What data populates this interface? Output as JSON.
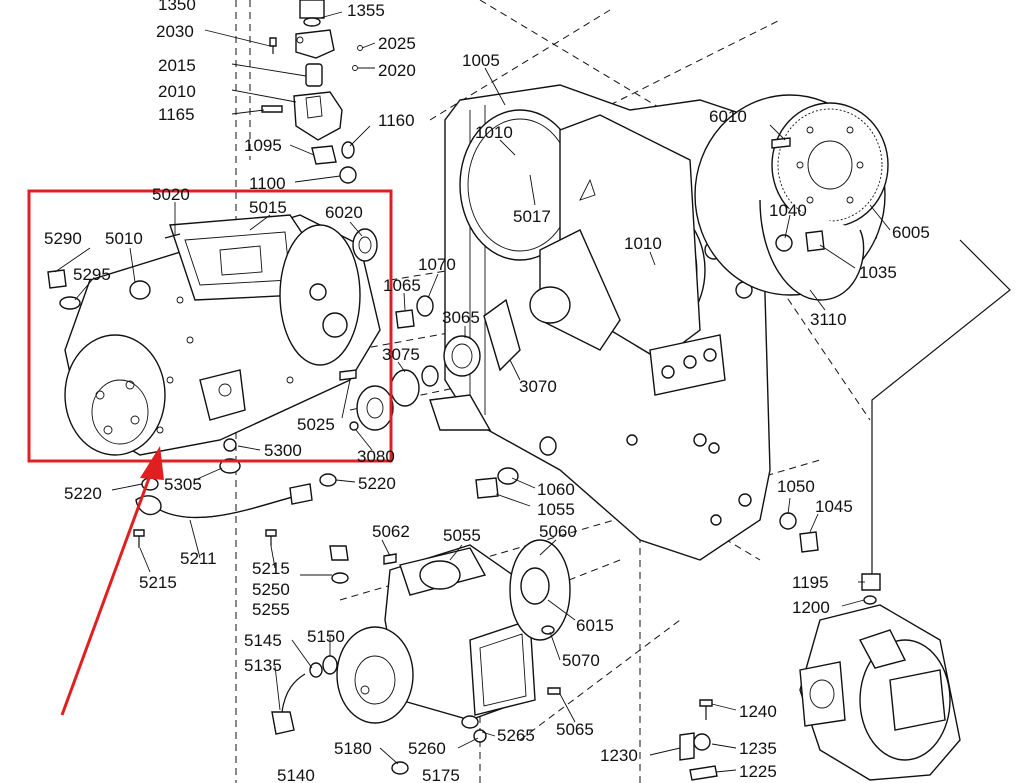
{
  "labels": [
    {
      "id": "1350",
      "text": "1350"
    },
    {
      "id": "1355",
      "text": "1355"
    },
    {
      "id": "2030",
      "text": "2030"
    },
    {
      "id": "2025",
      "text": "2025"
    },
    {
      "id": "2015",
      "text": "2015"
    },
    {
      "id": "2020",
      "text": "2020"
    },
    {
      "id": "2010",
      "text": "2010"
    },
    {
      "id": "1165",
      "text": "1165"
    },
    {
      "id": "1160",
      "text": "1160"
    },
    {
      "id": "1095",
      "text": "1095"
    },
    {
      "id": "1100",
      "text": "1100"
    },
    {
      "id": "1005",
      "text": "1005"
    },
    {
      "id": "1010a",
      "text": "1010"
    },
    {
      "id": "5017",
      "text": "5017"
    },
    {
      "id": "1010b",
      "text": "1010"
    },
    {
      "id": "6010",
      "text": "6010"
    },
    {
      "id": "1040",
      "text": "1040"
    },
    {
      "id": "6005",
      "text": "6005"
    },
    {
      "id": "1035",
      "text": "1035"
    },
    {
      "id": "3110",
      "text": "3110"
    },
    {
      "id": "5020",
      "text": "5020"
    },
    {
      "id": "5015",
      "text": "5015"
    },
    {
      "id": "6020",
      "text": "6020"
    },
    {
      "id": "5290",
      "text": "5290"
    },
    {
      "id": "5010",
      "text": "5010"
    },
    {
      "id": "5295",
      "text": "5295"
    },
    {
      "id": "1070",
      "text": "1070"
    },
    {
      "id": "1065",
      "text": "1065"
    },
    {
      "id": "3065",
      "text": "3065"
    },
    {
      "id": "3075",
      "text": "3075"
    },
    {
      "id": "3070",
      "text": "3070"
    },
    {
      "id": "5025",
      "text": "5025"
    },
    {
      "id": "3080",
      "text": "3080"
    },
    {
      "id": "5300",
      "text": "5300"
    },
    {
      "id": "5305",
      "text": "5305"
    },
    {
      "id": "5220a",
      "text": "5220"
    },
    {
      "id": "5220b",
      "text": "5220"
    },
    {
      "id": "1060",
      "text": "1060"
    },
    {
      "id": "1055",
      "text": "1055"
    },
    {
      "id": "1050",
      "text": "1050"
    },
    {
      "id": "1045",
      "text": "1045"
    },
    {
      "id": "5211",
      "text": "5211"
    },
    {
      "id": "5215a",
      "text": "5215"
    },
    {
      "id": "5215b",
      "text": "5215"
    },
    {
      "id": "5062",
      "text": "5062"
    },
    {
      "id": "5055",
      "text": "5055"
    },
    {
      "id": "5060",
      "text": "5060"
    },
    {
      "id": "5250",
      "text": "5250"
    },
    {
      "id": "5255",
      "text": "5255"
    },
    {
      "id": "1195",
      "text": "1195"
    },
    {
      "id": "1200",
      "text": "1200"
    },
    {
      "id": "6015",
      "text": "6015"
    },
    {
      "id": "5145",
      "text": "5145"
    },
    {
      "id": "5150",
      "text": "5150"
    },
    {
      "id": "5070",
      "text": "5070"
    },
    {
      "id": "5135",
      "text": "5135"
    },
    {
      "id": "1240",
      "text": "1240"
    },
    {
      "id": "5065",
      "text": "5065"
    },
    {
      "id": "5265",
      "text": "5265"
    },
    {
      "id": "5180",
      "text": "5180"
    },
    {
      "id": "5260",
      "text": "5260"
    },
    {
      "id": "1230",
      "text": "1230"
    },
    {
      "id": "1235",
      "text": "1235"
    },
    {
      "id": "1225",
      "text": "1225"
    },
    {
      "id": "5140",
      "text": "5140"
    },
    {
      "id": "5175",
      "text": "5175"
    }
  ],
  "highlight": {
    "color": "#e02020"
  }
}
